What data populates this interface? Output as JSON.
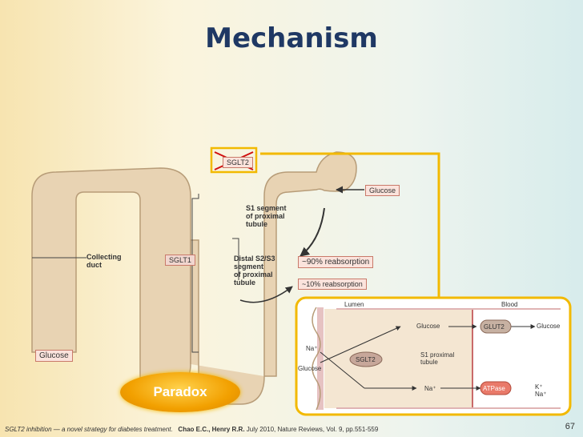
{
  "slide": {
    "title": "Mechanism",
    "page_number": "67",
    "badge": "Paradox"
  },
  "diagram": {
    "top_box": "SGLT2",
    "glucose_in": "Glucose",
    "s1_label": "S1 segment\nof proximal\ntubule",
    "collecting": "Collecting\nduct",
    "sglt1": "SGLT1",
    "distal": "Distal S2/S3\nsegment\nof proximal\ntubule",
    "reabs90": "~90% reabsorption",
    "reabs10": "~10% reabsorption",
    "glucose_out": "Glucose"
  },
  "inset": {
    "lumen": "Lumen",
    "blood": "Blood",
    "glucose_mid": "Glucose",
    "glut2": "GLUT2",
    "glucose_right": "Glucose",
    "na_left": "Na⁺",
    "glucose_left": "Glucose",
    "sglt2": "SGLT2",
    "s1_prox": "S1 proximal\ntubule",
    "na_mid": "Na⁺",
    "atpase": "ATPase",
    "k_na": "K⁺\nNa⁺"
  },
  "footer": {
    "italic": "SGLT2 inhibition — a novel strategy for diabetes treatment.",
    "authors": "Chao E.C., Henry R.R.",
    "rest": " July 2010,   Nature Reviews,    Vol. 9,   pp.551-559"
  },
  "colors": {
    "tubule": "#e8d3b3",
    "tubule_edge": "#b79c78",
    "highlight": "#f2b900",
    "label_fill": "#fbe3dc"
  }
}
